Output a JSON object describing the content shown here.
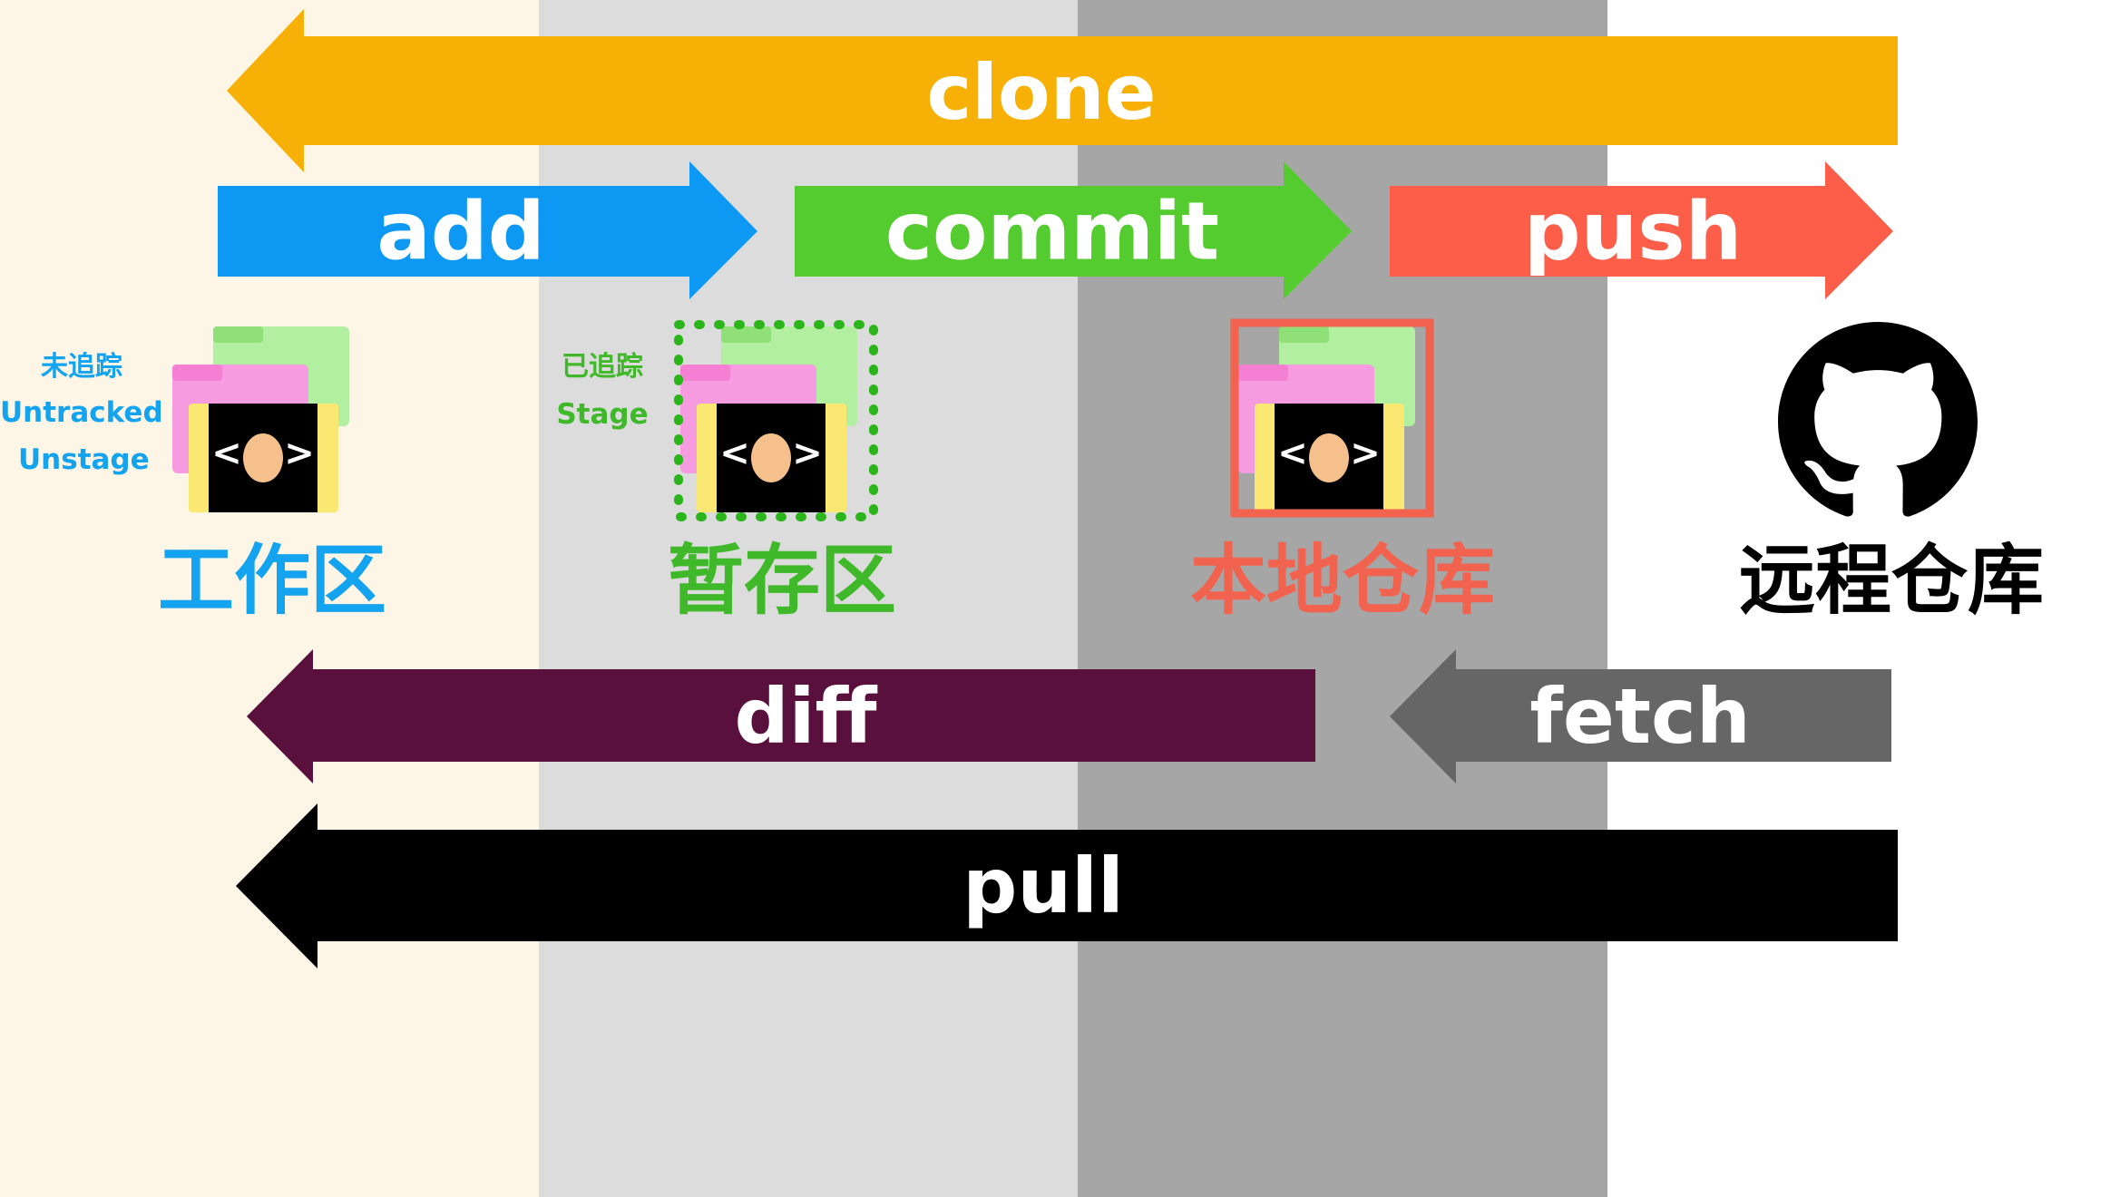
{
  "colors": {
    "workspace_bg": "#fdf6e6",
    "staging_bg": "#dcdcdc",
    "local_bg": "#a6a6a6",
    "remote_bg": "#ffffff",
    "clone": "#f7b006",
    "add": "#0c98f3",
    "commit": "#54cc2f",
    "push": "#fc5e4a",
    "diff": "#5a103d",
    "fetch": "#666666",
    "pull": "#000000",
    "workspace_text": "#14a3ef",
    "staging_text": "#3fb829",
    "local_text": "#f2634f",
    "remote_text": "#000000"
  },
  "arrows": {
    "clone": "clone",
    "add": "add",
    "commit": "commit",
    "push": "push",
    "diff": "diff",
    "fetch": "fetch",
    "pull": "pull"
  },
  "zones": {
    "workspace": {
      "title": "工作区",
      "status_cn": "未追踪",
      "status_en1": "Untracked",
      "status_en2": "Unstage",
      "icon": "code-folder-icon"
    },
    "staging": {
      "title": "暂存区",
      "status_cn": "已追踪",
      "status_en": "Stage",
      "icon": "code-folder-icon"
    },
    "local": {
      "title": "本地仓库",
      "icon": "code-folder-icon"
    },
    "remote": {
      "title": "远程仓库",
      "icon": "github-icon"
    }
  }
}
